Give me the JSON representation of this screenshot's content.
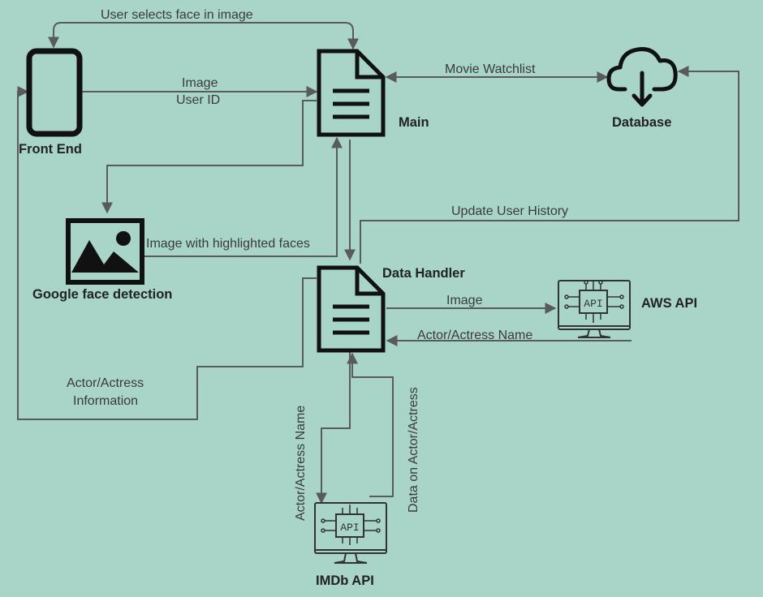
{
  "nodes": {
    "front_end": "Front End",
    "main": "Main",
    "database": "Database",
    "google": "Google face detection",
    "data_handler": "Data Handler",
    "aws": "AWS API",
    "imdb": "IMDb API"
  },
  "edges": {
    "user_selects": "User selects face in image",
    "image": "Image",
    "user_id": "User ID",
    "movie_watchlist": "Movie Watchlist",
    "highlighted": "Image with highlighted faces",
    "update_history": "Update User History",
    "dh_image": "Image",
    "actor_name_aws": "Actor/Actress Name",
    "actor_info_1": "Actor/Actress",
    "actor_info_2": "Information",
    "actor_name_imdb": "Actor/Actress Name",
    "data_on_actor": "Data on Actor/Actress"
  },
  "icons": {
    "api_label": "API"
  },
  "colors": {
    "background": "#a8d5c8",
    "line": "#5a5a5a",
    "icon": "#111111"
  }
}
